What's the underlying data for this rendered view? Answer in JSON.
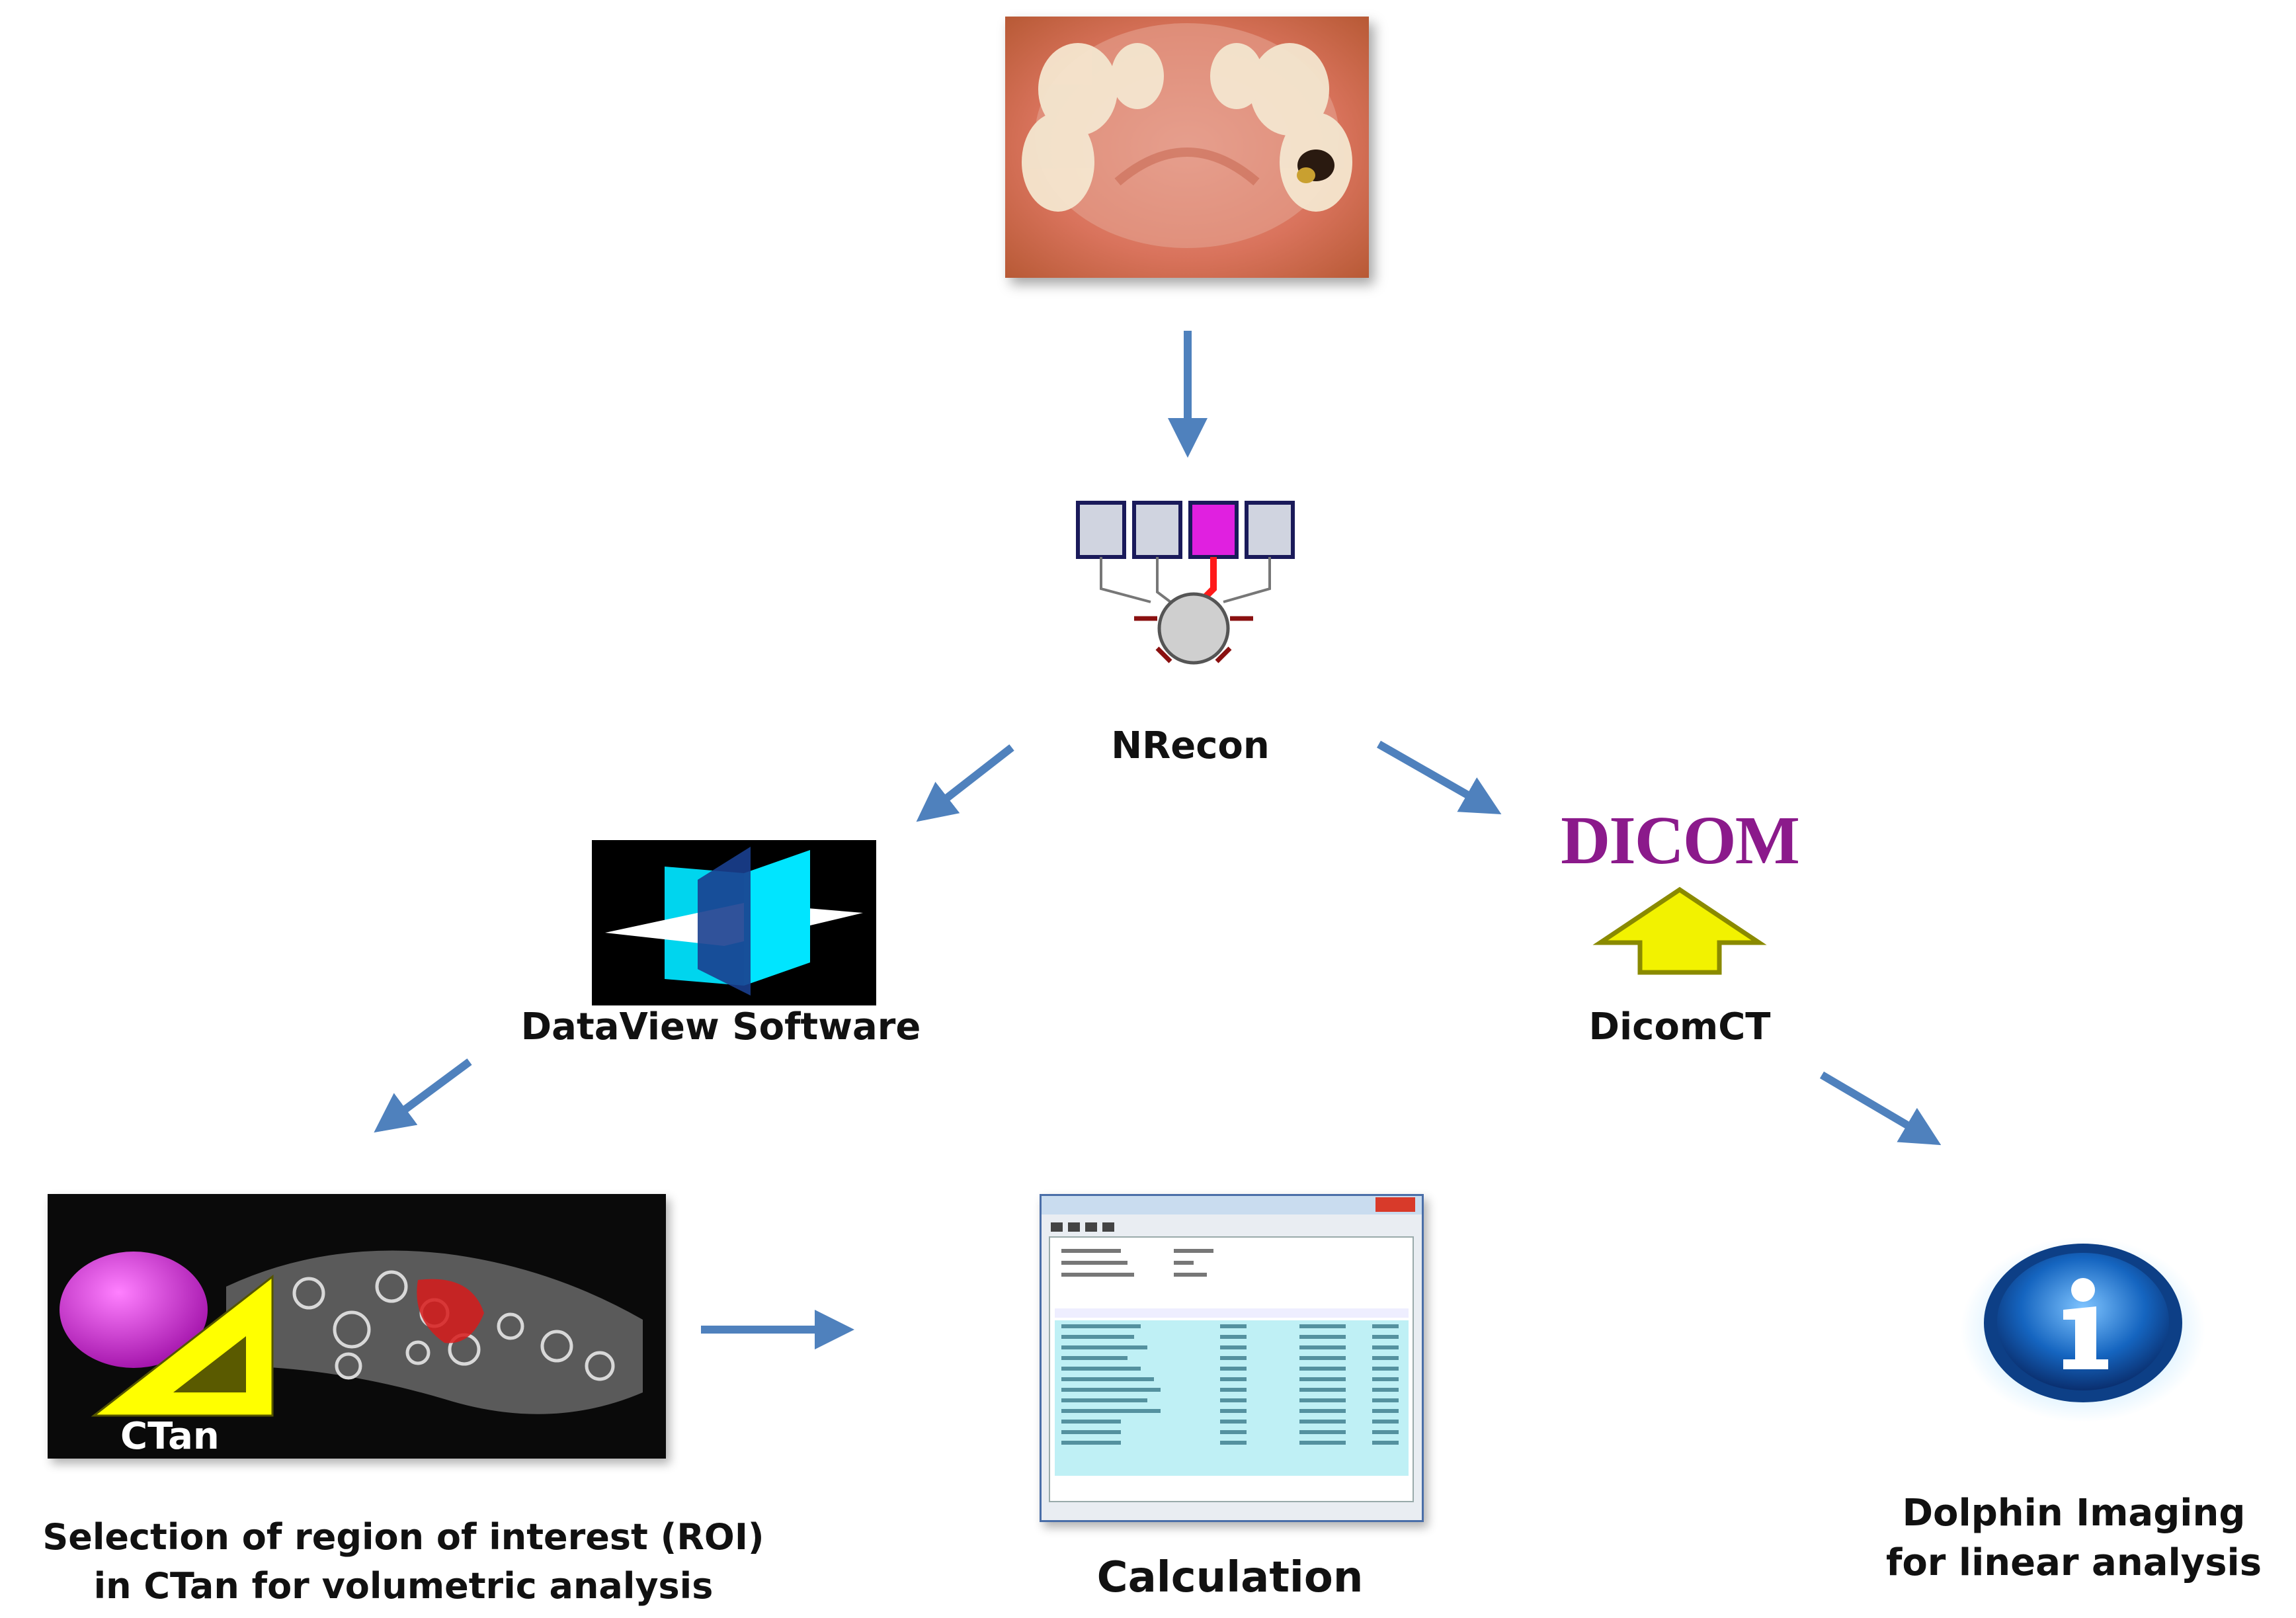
{
  "labels": {
    "nrecon": "NRecon",
    "dataview": "DataView Software",
    "dicomct": "DicomCT",
    "dicom_logo": "DICOM",
    "ctan_logo": "CTan",
    "roi_line1": "Selection of region of interest (ROI)",
    "roi_line2": "in CTan for volumetric analysis",
    "calculation": "Calculation",
    "dolphin_line1": "Dolphin Imaging",
    "dolphin_line2": "for linear analysis"
  },
  "colors": {
    "arrow": "#4f81bd",
    "dicom_text": "#8b1a8b",
    "dicom_arrow_fill": "#f2f200",
    "ctan_sphere": "#c21bc2",
    "ctan_ruler": "#ffff00",
    "dataview_plane": "#00e5ff",
    "dolphin_blue": "#1565c0"
  },
  "icons": {
    "photo": "dental-photo",
    "nrecon": "nrecon-icon",
    "dataview": "dataview-icon",
    "dicom": "dicom-icon",
    "ctan": "ctan-screenshot",
    "results": "results-window",
    "dolphin": "dolphin-icon"
  }
}
